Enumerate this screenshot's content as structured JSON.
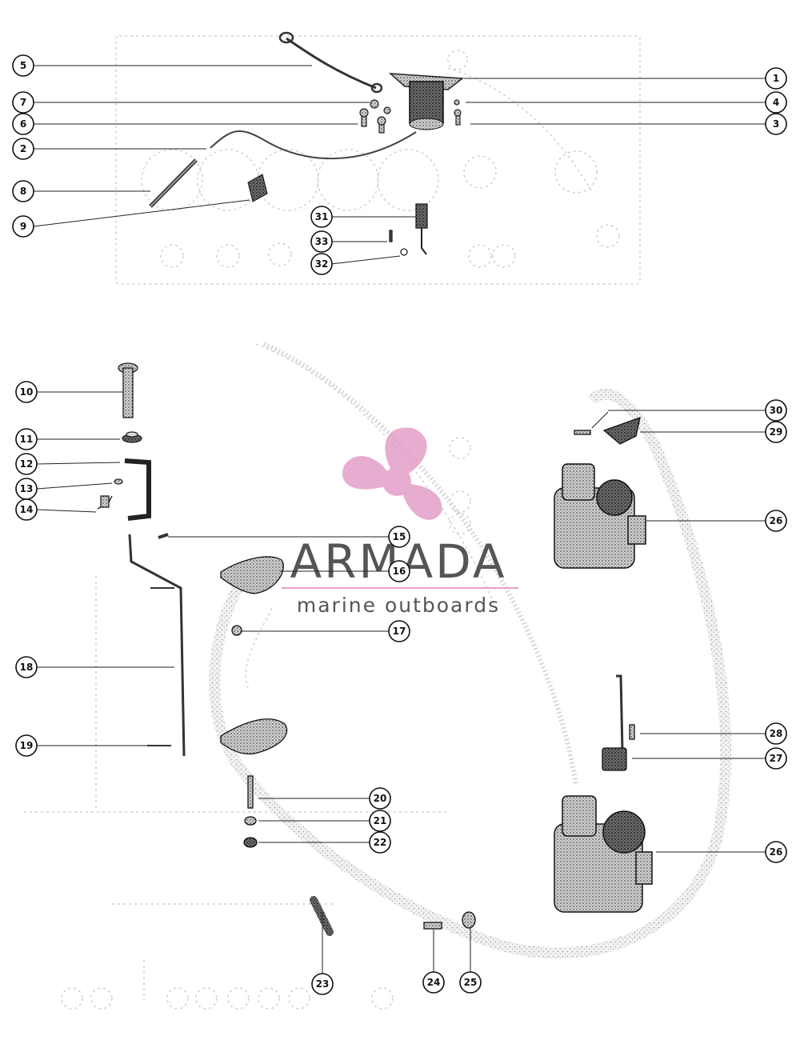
{
  "brand": {
    "name": "ARMADA",
    "tagline": "marine outboards",
    "logo_color": "#e39fc8",
    "text_color": "#555555"
  },
  "callouts": [
    {
      "id": "c1",
      "number": "1"
    },
    {
      "id": "c4",
      "number": "4"
    },
    {
      "id": "c3",
      "number": "3"
    },
    {
      "id": "c5",
      "number": "5"
    },
    {
      "id": "c7",
      "number": "7"
    },
    {
      "id": "c6",
      "number": "6"
    },
    {
      "id": "c2",
      "number": "2"
    },
    {
      "id": "c8",
      "number": "8"
    },
    {
      "id": "c9",
      "number": "9"
    },
    {
      "id": "c31",
      "number": "31"
    },
    {
      "id": "c33",
      "number": "33"
    },
    {
      "id": "c32",
      "number": "32"
    },
    {
      "id": "c10",
      "number": "10"
    },
    {
      "id": "c11",
      "number": "11"
    },
    {
      "id": "c12",
      "number": "12"
    },
    {
      "id": "c13",
      "number": "13"
    },
    {
      "id": "c14",
      "number": "14"
    },
    {
      "id": "c15",
      "number": "15"
    },
    {
      "id": "c16",
      "number": "16"
    },
    {
      "id": "c17",
      "number": "17"
    },
    {
      "id": "c18",
      "number": "18"
    },
    {
      "id": "c19",
      "number": "19"
    },
    {
      "id": "c20",
      "number": "20"
    },
    {
      "id": "c21",
      "number": "21"
    },
    {
      "id": "c22",
      "number": "22"
    },
    {
      "id": "c23",
      "number": "23"
    },
    {
      "id": "c24",
      "number": "24"
    },
    {
      "id": "c25",
      "number": "25"
    },
    {
      "id": "c26a",
      "number": "26"
    },
    {
      "id": "c26b",
      "number": "26"
    },
    {
      "id": "c27",
      "number": "27"
    },
    {
      "id": "c28",
      "number": "28"
    },
    {
      "id": "c29",
      "number": "29"
    },
    {
      "id": "c30",
      "number": "30"
    }
  ]
}
